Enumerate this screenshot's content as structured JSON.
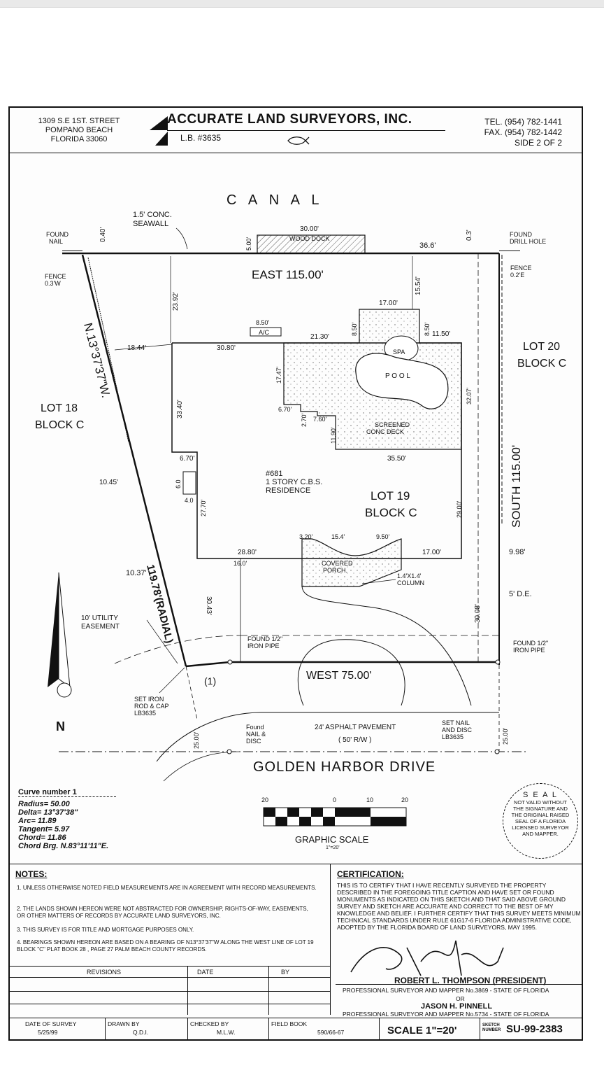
{
  "header": {
    "address": [
      "1309 S.E 1ST. STREET",
      "POMPANO BEACH",
      "FLORIDA 33060"
    ],
    "company": "ACCURATE LAND SURVEYORS, INC.",
    "license": "L.B. #3635",
    "tel": "TEL. (954) 782-1441",
    "fax": "FAX. (954) 782-1442",
    "side": "SIDE 2 OF 2"
  },
  "plat": {
    "canal": "C A N A L",
    "seawall": [
      "1.5' CONC.",
      "SEAWALL"
    ],
    "found_nail": [
      "FOUND",
      "NAIL"
    ],
    "fence_left": [
      "FENCE",
      "0.3'W"
    ],
    "fence_right": [
      "FENCE",
      "0.2'E"
    ],
    "found_drill": [
      "FOUND",
      "DRILL HOLE"
    ],
    "d040": "0.40'",
    "d03": "0.3'",
    "dock_len": "30.00'",
    "dock_w": "5.00'",
    "wood_dock": "WOOD DOCK",
    "d366": "36.6'",
    "east": "EAST   115.00'",
    "d2392": "23.92'",
    "d1554": "15.54'",
    "d1700a": "17.00'",
    "d850a": "8.50'",
    "ac": "A/C",
    "d850b": "8.50'",
    "d850c": "8.50'",
    "d1150": "11.50'",
    "d2130": "21.30'",
    "d3080": "30.80'",
    "d1844": "18.44'",
    "spa": "SPA",
    "pool": "P O O L",
    "d1747": "17.47'",
    "d3207": "32.07'",
    "d670a": "6.70'",
    "d270": "2.70'",
    "d760": "7.60'",
    "d1190": "11.90'",
    "screened": [
      "SCREENED",
      "CONC DECK"
    ],
    "d3340": "33.40'",
    "bearing_west": "N.13°37'37\"W.",
    "lot18": [
      "LOT 18",
      "BLOCK C"
    ],
    "lot20": [
      "LOT 20",
      "BLOCK C"
    ],
    "d670b": "6.70'",
    "d3550": "35.50'",
    "south": "SOUTH   115.00'",
    "d1045": "10.45'",
    "d60": "6.0",
    "d40": "4.0",
    "d2770": "27.70'",
    "residence": [
      "#681",
      "1 STORY C.B.S.",
      "RESIDENCE"
    ],
    "lot19": [
      "LOT 19",
      "BLOCK C"
    ],
    "d2900": "29.00'",
    "d320": "3.20'",
    "d154": "15.4'",
    "d950": "9.50'",
    "d2880": "28.80'",
    "d1700b": "17.00'",
    "d998": "9.98'",
    "d160": "16.0'",
    "porch": [
      "COVERED",
      "PORCH."
    ],
    "column": [
      "1.4'X1.4'",
      "COLUMN"
    ],
    "d5de": "5' D.E.",
    "d1037": "10.37'",
    "radial": "119.78'(RADIAL)",
    "d3043": "30.43'",
    "d3008": "30.08'",
    "utility": [
      "10' UTILITY",
      "EASEMENT"
    ],
    "pipe_left": [
      "FOUND 1/2\"",
      "IRON PIPE"
    ],
    "pipe_right": [
      "FOUND 1/2\"",
      "IRON PIPE"
    ],
    "curve_no": "(1)",
    "west": "WEST   75.00'",
    "iron_rod": [
      "SET IRON",
      "ROD & CAP",
      "LB3635"
    ],
    "north": "N",
    "d2500a": "25.00'",
    "d2500b": "25.00'",
    "nail_disc": [
      "Found",
      "NAIL &",
      "DISC"
    ],
    "asphalt": "24' ASPHALT PAVEMENT",
    "row": "( 50' R/W )",
    "set_nail": [
      "SET NAIL",
      "AND DISC",
      "LB3635"
    ],
    "street": "GOLDEN HARBOR DRIVE"
  },
  "curve": {
    "title": "Curve number 1",
    "rows": [
      "Radius=   50.00",
      "Delta=  13°37'38\"",
      "Arc=   11.89",
      "Tangent=   5.97",
      "Chord=   11.86",
      "Chord Brg.   N.83°11'11\"E."
    ]
  },
  "scale": {
    "ticks": [
      "20",
      "0",
      "10",
      "20"
    ],
    "label": "GRAPHIC SCALE",
    "ratio": "1\"=20'"
  },
  "seal": {
    "word": "S E A L",
    "text": [
      "NOT VALID WITHOUT",
      "THE SIGNATURE AND",
      "THE ORIGINAL RAISED",
      "SEAL OF A FLORIDA",
      "LICENSED SURVEYOR",
      "AND MAPPER."
    ]
  },
  "notes": {
    "title": "NOTES:",
    "items": [
      "1. UNLESS OTHERWISE NOTED FIELD MEASUREMENTS ARE IN AGREEMENT WITH RECORD MEASUREMENTS.",
      "2. THE LANDS SHOWN HEREON WERE NOT ABSTRACTED FOR OWNERSHIP, RIGHTS-OF-WAY, EASEMENTS, OR OTHER MATTERS OF RECORDS BY ACCURATE LAND SURVEYORS, INC.",
      "3. THIS SURVEY IS FOR TITLE AND MORTGAGE PURPOSES ONLY.",
      "4. BEARINGS SHOWN HEREON ARE BASED ON A BEARING OF N13°37'37\"W ALONG THE WEST LINE OF LOT 19 BLOCK \"C\" PLAT BOOK 28 , PAGE 27 PALM BEACH COUNTY RECORDS."
    ]
  },
  "certification": {
    "title": "CERTIFICATION:",
    "text": "THIS IS TO CERTIFY THAT I HAVE RECENTLY SURVEYED THE PROPERTY DESCRIBED IN THE FOREGOING TITLE CAPTION AND HAVE SET OR FOUND MONUMENTS AS INDICATED ON THIS SKETCH AND THAT SAID ABOVE GROUND SURVEY AND SKETCH ARE ACCURATE AND CORRECT TO THE BEST OF MY KNOWLEDGE AND BELIEF. I FURTHER CERTIFY THAT THIS SURVEY MEETS MINIMUM TECHNICAL STANDARDS UNDER RULE 61G17-6 FLORIDA ADMINISTRATIVE CODE, ADOPTED BY THE FLORIDA BOARD OF LAND SURVEYORS, MAY 1995.",
    "name1": "ROBERT L. THOMPSON (PRESIDENT)",
    "title1": "PROFESSIONAL SURVEYOR AND MAPPER No.3869 - STATE OF FLORIDA",
    "or": "OR",
    "name2": "JASON H. PINNELL",
    "title2": "PROFESSIONAL SURVEYOR AND MAPPER No.5734 - STATE OF FLORIDA"
  },
  "revisions": {
    "cols": [
      "REVISIONS",
      "DATE",
      "BY"
    ]
  },
  "footer": {
    "date_label": "DATE OF SURVEY",
    "date": "5/25/99",
    "drawn_label": "DRAWN BY",
    "drawn": "Q.D.I.",
    "checked_label": "CHECKED BY",
    "checked": "M.L.W.",
    "book_label": "FIELD BOOK",
    "book": "590/66-67",
    "scale": "SCALE 1\"=20'",
    "sketch_label": "SKETCH NUMBER",
    "sketch": "SU-99-2383"
  }
}
